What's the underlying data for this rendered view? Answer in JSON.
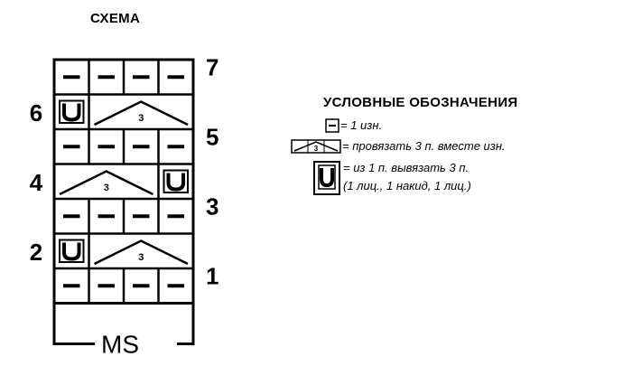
{
  "scheme": {
    "title": "СХЕМА",
    "grid_cols": 4,
    "grid_rows": 7,
    "row_numbers": [
      "1",
      "2",
      "3",
      "4",
      "5",
      "6",
      "7"
    ],
    "repeat_label": "MS",
    "cell_symbols": {
      "purl": "—",
      "three_together": "3",
      "increase": "U"
    },
    "rows": [
      {
        "number": "1",
        "cells": [
          "purl",
          "purl",
          "purl",
          "purl"
        ]
      },
      {
        "number": "2",
        "cells": [
          "increase",
          "three_together",
          "three_together",
          "three_together"
        ]
      },
      {
        "number": "3",
        "cells": [
          "purl",
          "purl",
          "purl",
          "purl"
        ]
      },
      {
        "number": "4",
        "cells": [
          "three_together",
          "three_together",
          "three_together",
          "increase"
        ]
      },
      {
        "number": "5",
        "cells": [
          "purl",
          "purl",
          "purl",
          "purl"
        ]
      },
      {
        "number": "6",
        "cells": [
          "increase",
          "three_together",
          "three_together",
          "three_together"
        ]
      },
      {
        "number": "7",
        "cells": [
          "purl",
          "purl",
          "purl",
          "purl"
        ]
      }
    ]
  },
  "legend": {
    "title": "УСЛОВНЫЕ ОБОЗНАЧЕНИЯ",
    "items": [
      {
        "icon": "purl-icon",
        "text": "= 1 изн."
      },
      {
        "icon": "three-together-icon",
        "text": "= провязать 3 п. вместе изн.",
        "symbol": "3"
      },
      {
        "icon": "increase-icon",
        "text": "= из 1 п. вывязать 3 п.",
        "note": "(1 лиц., 1 накид, 1 лиц.)"
      }
    ]
  }
}
